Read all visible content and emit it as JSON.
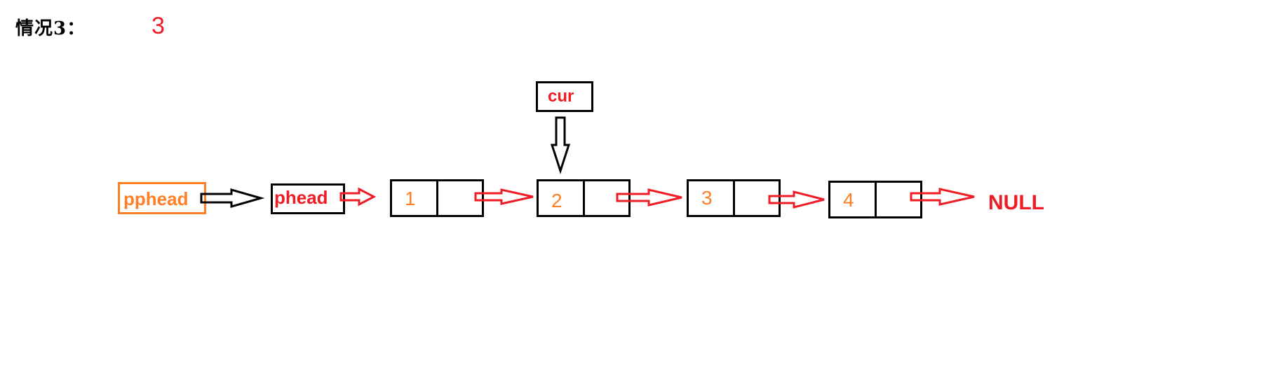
{
  "heading": {
    "label": "情况3：",
    "value": "3"
  },
  "pointers": {
    "pphead": "pphead",
    "phead": "phead",
    "cur": "cur"
  },
  "nodes": [
    {
      "value": "1"
    },
    {
      "value": "2"
    },
    {
      "value": "3"
    },
    {
      "value": "4"
    }
  ],
  "terminal": "NULL",
  "colors": {
    "red": "#ee1c24",
    "orange": "#ff7f27",
    "black": "#000000"
  }
}
